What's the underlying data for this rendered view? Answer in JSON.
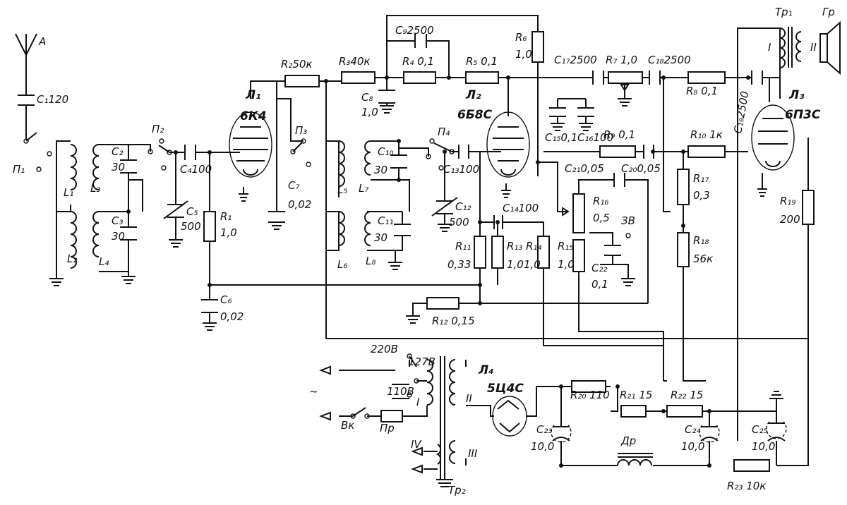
{
  "components": {
    "antenna": "А",
    "C1": "С₁120",
    "P1": "П₁",
    "L1": "L₁",
    "L2": "L₂",
    "L3": "L₃",
    "L4": "L₄",
    "C2": "C₂",
    "C2v": "30",
    "C3": "C₃",
    "C3v": "30",
    "P2": "П₂",
    "C4": "C₄100",
    "C5": "C₅",
    "C5v": "500",
    "R1": "R₁",
    "R1v": "1,0",
    "C6": "C₆",
    "C6v": "0,02",
    "R2": "R₂50к",
    "R3": "R₃40к",
    "L1tube": "Л₁",
    "L1type": "6К4",
    "C7": "C₇",
    "C7v": "0,02",
    "P3": "П₃",
    "L5": "L₅",
    "L6": "L₆",
    "L7": "L₇",
    "L8": "L₈",
    "C8": "C₈",
    "C8v": "1,0",
    "C9": "C₉2500",
    "R4": "R₄ 0,1",
    "R5": "R₅ 0,1",
    "R6": "R₆",
    "R6v": "1,0",
    "C10": "C₁₀",
    "C10v": "30",
    "C11": "C₁₁",
    "C11v": "30",
    "P4": "П₄",
    "C13": "C₁₃100",
    "C12": "C₁₂",
    "C12v": "500",
    "C14": "C₁₄100",
    "L2tube": "Л₂",
    "L2type": "6Б8С",
    "R11": "R₁₁",
    "R11v": "0,33",
    "R13": "R₁₃",
    "R13v": "1,0",
    "R14": "R₁₄",
    "R14v": "1,0",
    "R15": "R₁₅",
    "R15v": "1,0",
    "R12": "R₁₂ 0,15",
    "C15": "C₁₅0,1",
    "C16": "C₁₆100",
    "C17": "C₁₇2500",
    "R7": "R₇ 1,0",
    "C18": "C₁₈2500",
    "R8": "R₈ 0,1",
    "R9": "R₉ 0,1",
    "C20": "C₂₀0,05",
    "C21": "C₂₁0,05",
    "R16": "R₁₆",
    "R16v": "0,5",
    "ZB": "ЗВ",
    "C22": "C₂₂",
    "C22v": "0,1",
    "R10": "R₁₀ 1к",
    "R17": "R₁₇",
    "R17v": "0,3",
    "R18": "R₁₈",
    "R18v": "56к",
    "C19": "C₁₉2500",
    "L3tube": "Л₃",
    "L3type": "6П3С",
    "R19": "R₁₉",
    "R19v": "200",
    "Tr1": "Тр₁",
    "TrI": "I",
    "TrII": "II",
    "Gr": "Гр",
    "v220": "220В",
    "v127": "127В",
    "v110": "110В",
    "mains": "~",
    "Vk": "Вк",
    "Pr": "Пр",
    "Tr2": "Тр₂",
    "W1": "I",
    "W2": "II",
    "W3": "III",
    "W4": "IV",
    "L4tube": "Л₄",
    "L4type": "5Ц4С",
    "R20": "R₂₀ 110",
    "R21": "R₂₁ 15",
    "R22": "R₂₂ 15",
    "C23": "C₂₃",
    "C23v": "10,0",
    "Dr": "Др",
    "C24": "C₂₄",
    "C24v": "10,0",
    "C25": "C₂₅",
    "C25v": "10,0",
    "R23": "R₂₃ 10к"
  }
}
